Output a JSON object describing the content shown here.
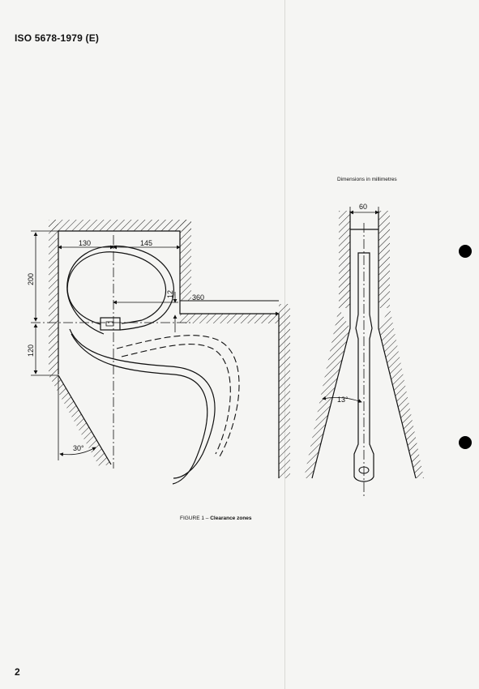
{
  "header": {
    "code": "ISO 5678-1979 (E)"
  },
  "figure": {
    "dimensions_note": "Dimensions in millimetres",
    "caption_prefix": "FIGURE 1 – ",
    "caption_title": "Clearance zones",
    "labels": {
      "w130": "130",
      "w145": "145",
      "h200": "200",
      "h120": "120",
      "d12": "12",
      "d360": "360",
      "a30": "30°",
      "w60": "60",
      "a13": "13°"
    }
  },
  "footer": {
    "page_number": "2"
  }
}
